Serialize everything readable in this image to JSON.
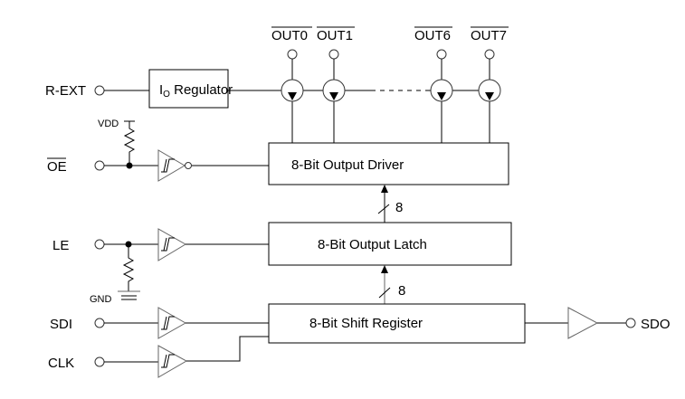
{
  "pins": {
    "rext": "R-EXT",
    "oe": "OE",
    "le": "LE",
    "sdi": "SDI",
    "clk": "CLK",
    "sdo": "SDO",
    "out0": "OUT0",
    "out1": "OUT1",
    "out6": "OUT6",
    "out7": "OUT7"
  },
  "power": {
    "vdd": "VDD",
    "gnd": "GND"
  },
  "blocks": {
    "regulator_main": "I",
    "regulator_sub": "O",
    "regulator_rest": " Regulator",
    "driver": "8-Bit Output Driver",
    "latch": "8-Bit Output Latch",
    "shift": "8-Bit Shift Register"
  },
  "buses": {
    "driver_latch_width": "8",
    "latch_shift_width": "8"
  }
}
